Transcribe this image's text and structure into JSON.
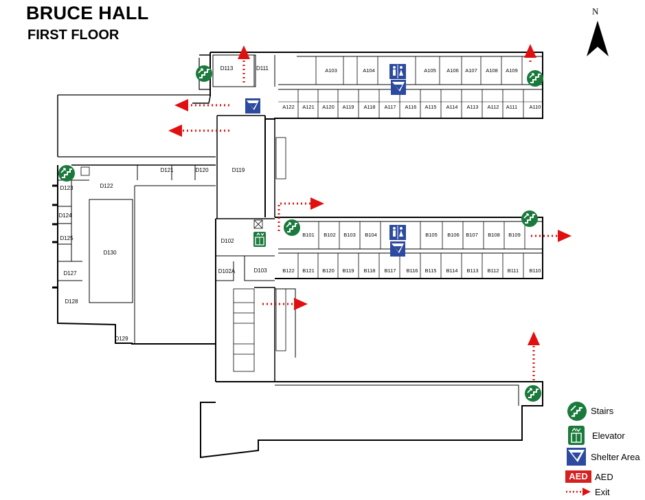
{
  "header": {
    "title": "BRUCE HALL",
    "subtitle": "FIRST FLOOR"
  },
  "compass": {
    "label": "N"
  },
  "rooms": {
    "a_north": [
      "A103",
      "A104",
      "A105",
      "A106",
      "A107",
      "A108",
      "A109"
    ],
    "a_south": [
      "A122",
      "A121",
      "A120",
      "A119",
      "A118",
      "A117",
      "A116",
      "A115",
      "A114",
      "A113",
      "A112",
      "A111",
      "A110"
    ],
    "b_north": [
      "B101",
      "B102",
      "B103",
      "B104",
      "B105",
      "B106",
      "B107",
      "B108",
      "B109"
    ],
    "b_south": [
      "B122",
      "B121",
      "B120",
      "B119",
      "B118",
      "B117",
      "B116",
      "B115",
      "B114",
      "B113",
      "B112",
      "B111",
      "B110"
    ],
    "d_rooms": [
      "D113",
      "D111",
      "D121",
      "D120",
      "D119",
      "D122",
      "D123",
      "D124",
      "D125",
      "D130",
      "D127",
      "D128",
      "D129",
      "D102",
      "D102A",
      "D103"
    ]
  },
  "legend": {
    "stairs": "Stairs",
    "elevator": "Elevator",
    "shelter": "Shelter Area",
    "aed_badge": "AED",
    "aed": "AED",
    "exit": "Exit"
  },
  "colors": {
    "stairs": "#1a7a3c",
    "shelter": "#2b4aa0",
    "aed": "#d62020",
    "exit": "#e01010",
    "wall": "#000000"
  },
  "icons": {
    "stairs": "stairs-icon",
    "elevator": "elevator-icon",
    "shelter": "shelter-area-icon",
    "restroom": "restroom-icon",
    "aed": "aed-icon",
    "exit": "exit-arrow-icon",
    "north": "north-arrow-icon"
  }
}
